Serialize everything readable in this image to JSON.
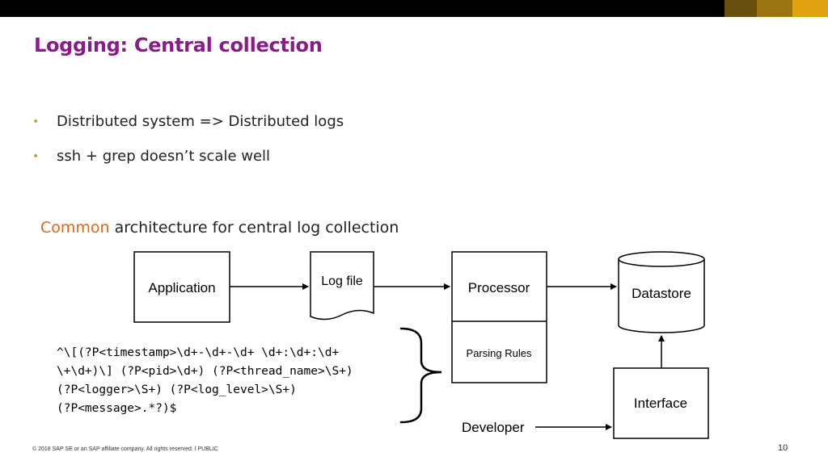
{
  "colors": {
    "title": "#8b1a8b",
    "accent": "#e0661a",
    "topbar": "#000000",
    "bullet": "#c9a227"
  },
  "slide": {
    "title": "Logging: Central collection",
    "bullets": [
      "Distributed system => Distributed logs",
      "ssh + grep doesn’t scale well"
    ],
    "subtitle_accent": "Common",
    "subtitle_rest": " architecture for central log collection"
  },
  "diagram": {
    "application": "Application",
    "log_file": "Log file",
    "processor": "Processor",
    "parsing_rules": "Parsing Rules",
    "datastore": "Datastore",
    "interface": "Interface",
    "developer": "Developer",
    "regex_lines": [
      "^\\[(?P<timestamp>\\d+-\\d+-\\d+ \\d+:\\d+:\\d+",
      "\\+\\d+)\\] (?P<pid>\\d+) (?P<thread_name>\\S+)",
      "(?P<logger>\\S+) (?P<log_level>\\S+)",
      "(?P<message>.*?)$"
    ]
  },
  "footer": {
    "copyright": "© 2018 SAP SE or an SAP affiliate company. All rights reserved.  ǀ  PUBLIC",
    "page": "10"
  }
}
